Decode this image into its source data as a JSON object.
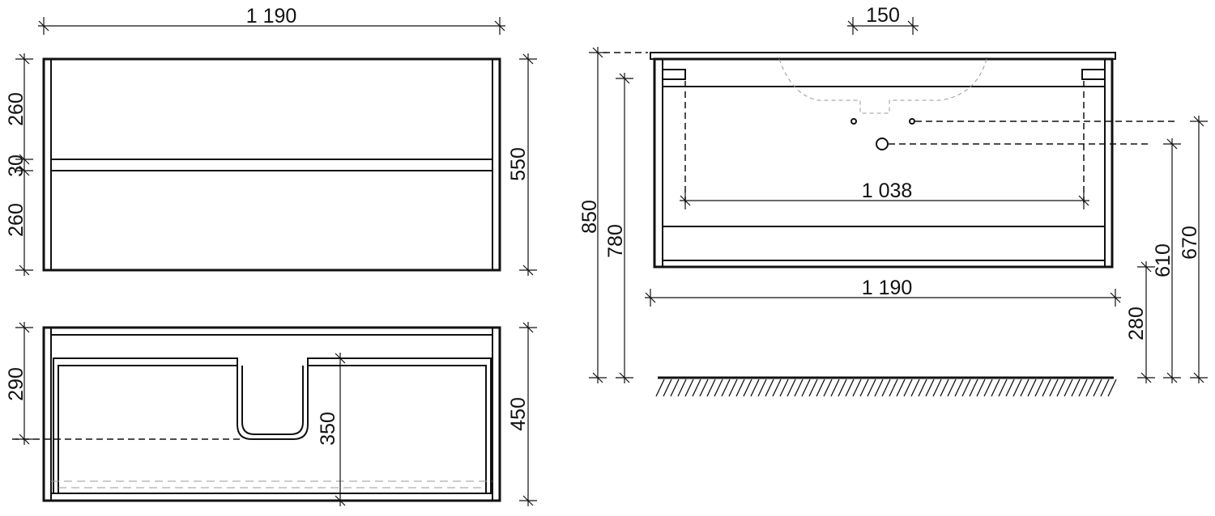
{
  "front_view": {
    "width": "1 190",
    "height": "550",
    "drawer_top": "260",
    "rail": "30",
    "drawer_bottom": "260"
  },
  "top_view": {
    "depth": "450",
    "notch_depth": "290",
    "drawer_depth": "350"
  },
  "side_view": {
    "tap_spacing": "150",
    "inner_width": "1 038",
    "width": "1 190",
    "total_height": "850",
    "cabinet_height": "780",
    "floor_clearance": "280",
    "drain_height": "610",
    "supply_height": "670"
  }
}
